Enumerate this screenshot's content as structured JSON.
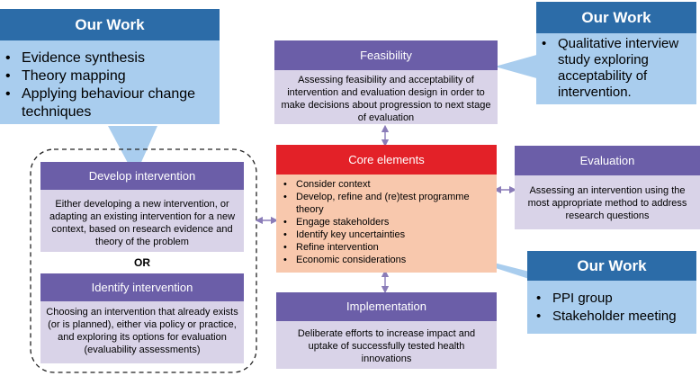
{
  "our_work_left": {
    "title": "Our Work",
    "items": [
      "Evidence synthesis",
      "Theory mapping",
      "Applying behaviour change techniques"
    ]
  },
  "our_work_top_right": {
    "title": "Our Work",
    "items": [
      "Qualitative interview study exploring acceptability of intervention."
    ]
  },
  "our_work_bottom_right": {
    "title": "Our Work",
    "items": [
      "PPI group",
      "Stakeholder meeting"
    ]
  },
  "feasibility": {
    "title": "Feasibility",
    "text": "Assessing feasibility and acceptability of intervention and evaluation design in order to make decisions about progression to next stage of evaluation"
  },
  "core": {
    "title": "Core elements",
    "items": [
      "Consider context",
      "Develop, refine and (re)test programme theory",
      "Engage stakeholders",
      "Identify key uncertainties",
      "Refine intervention",
      "Economic considerations"
    ]
  },
  "evaluation": {
    "title": "Evaluation",
    "text": "Assessing an intervention using the most appropriate method to address research questions"
  },
  "develop": {
    "title": "Develop intervention",
    "text": "Either developing a new intervention, or adapting an existing intervention for a new context, based on research evidence and theory of the problem"
  },
  "or_label": "OR",
  "identify": {
    "title": "Identify intervention",
    "text": "Choosing an intervention that already exists (or is planned), either via policy or practice, and exploring its options for evaluation (evaluability assessments)"
  },
  "implementation": {
    "title": "Implementation",
    "text": "Deliberate efforts to increase impact and uptake of successfully tested health innovations"
  },
  "colors": {
    "callout_head": "#2c6ca8",
    "callout_body": "#a9cdee",
    "phase_head": "#6b5ea8",
    "phase_body": "#d9d3e8",
    "core_head": "#e32128",
    "core_body": "#f8c8ad",
    "arrow": "#8a7cb8"
  }
}
